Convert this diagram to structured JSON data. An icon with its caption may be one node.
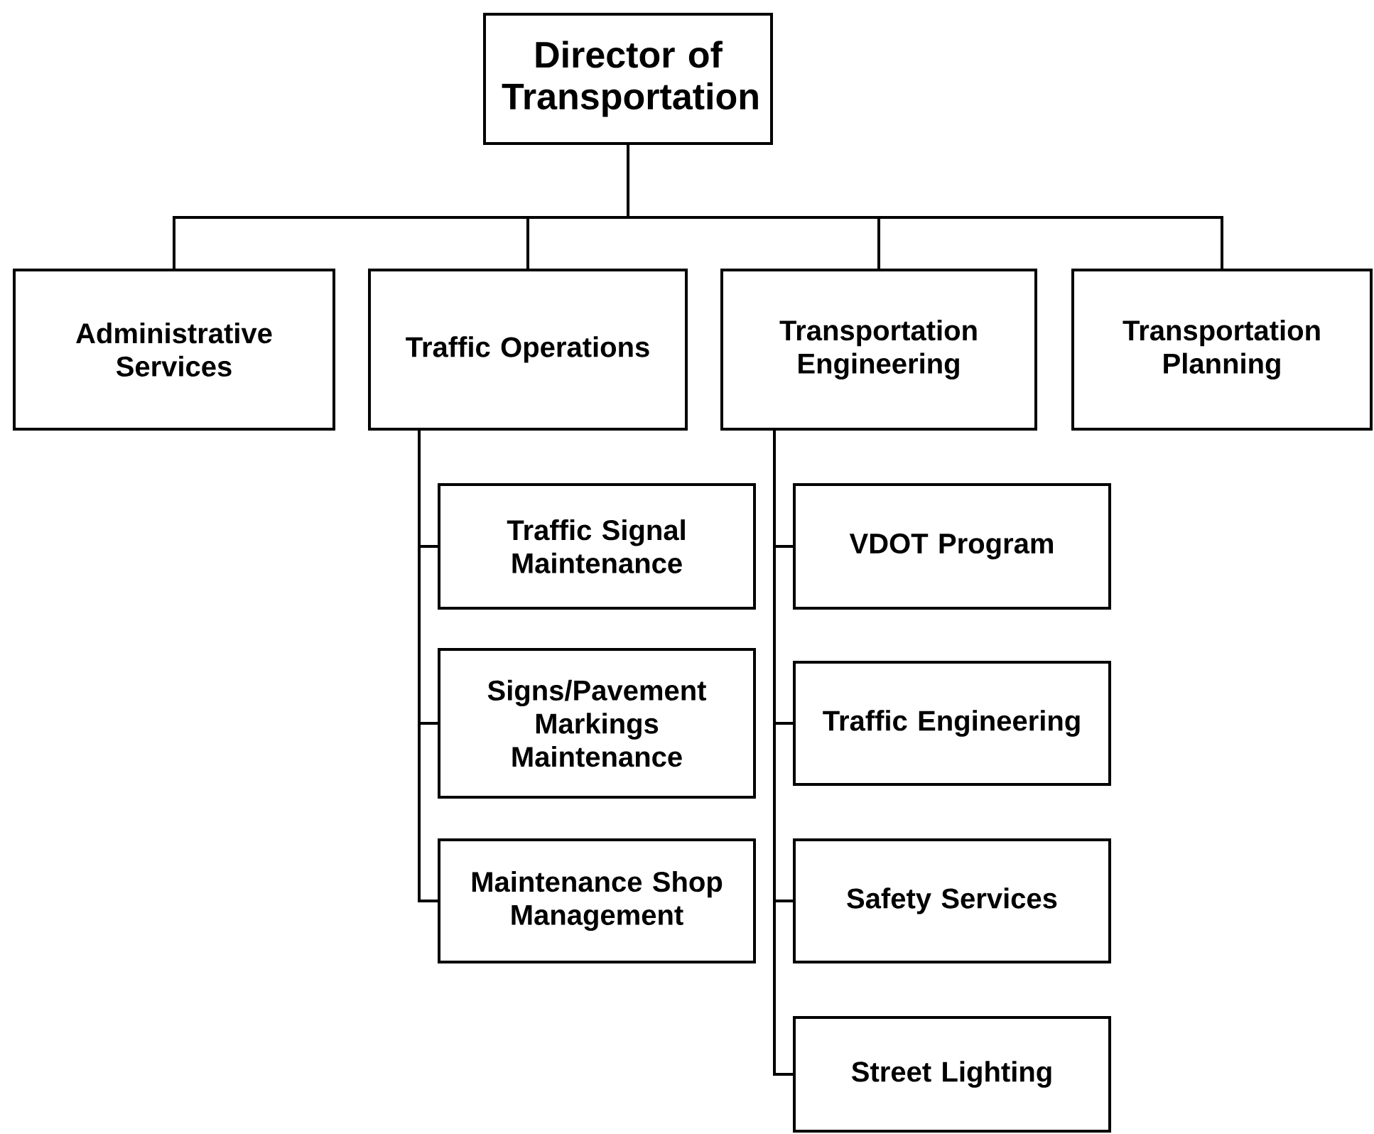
{
  "diagram": {
    "nodes": [
      {
        "text": [
          "Director of Transportation"
        ]
      },
      {
        "text": [
          "Administrative Services"
        ]
      },
      {
        "text": [
          "Traffic Operations"
        ]
      },
      {
        "text": [
          "Transportation Engineering"
        ]
      },
      {
        "text": [
          "Transportation Planning"
        ]
      },
      {
        "text": [
          "Traffic Signal Maintenance"
        ]
      },
      {
        "text": [
          "Signs/Pavement Markings Maintenance"
        ]
      },
      {
        "text": [
          "Maintenance Shop Management"
        ]
      },
      {
        "text": [
          "VDOT Program"
        ]
      },
      {
        "text": [
          "Traffic Engineering"
        ]
      },
      {
        "text": [
          "Safety Services"
        ]
      },
      {
        "text": [
          "Street Lighting"
        ]
      }
    ],
    "edges": [
      {
        "from": 0,
        "to": 1,
        "arrow": "none"
      },
      {
        "from": 0,
        "to": 2,
        "arrow": "none"
      },
      {
        "from": 0,
        "to": 3,
        "arrow": "none"
      },
      {
        "from": 0,
        "to": 4,
        "arrow": "none"
      },
      {
        "from": 2,
        "to": 5,
        "arrow": "none"
      },
      {
        "from": 2,
        "to": 6,
        "arrow": "none"
      },
      {
        "from": 2,
        "to": 7,
        "arrow": "none"
      },
      {
        "from": 3,
        "to": 8,
        "arrow": "none"
      },
      {
        "from": 3,
        "to": 9,
        "arrow": "none"
      },
      {
        "from": 3,
        "to": 10,
        "arrow": "none"
      },
      {
        "from": 3,
        "to": 11,
        "arrow": "none"
      }
    ]
  }
}
